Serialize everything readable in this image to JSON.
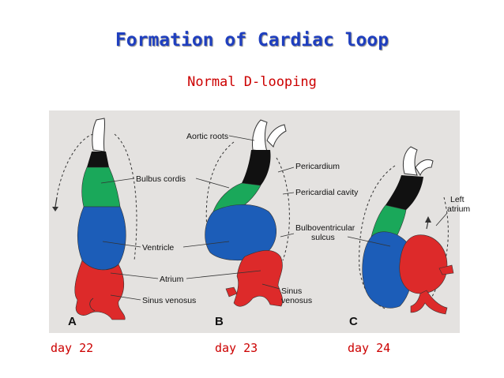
{
  "slide": {
    "title": "Formation of Cardiac loop",
    "subtitle": "Normal D-looping"
  },
  "figure": {
    "labels": {
      "aortic_roots": "Aortic roots",
      "bulbus_cordis": "Bulbus cordis",
      "pericardium": "Pericardium",
      "pericardial_cavity": "Pericardial cavity",
      "bulboventricular_1": "Bulboventricular",
      "bulboventricular_2": "sulcus",
      "left_atrium_1": "Left",
      "left_atrium_2": "atrium",
      "ventricle": "Ventricle",
      "atrium": "Atrium",
      "sinus_venosus": "Sinus venosus",
      "sinus_1": "Sinus",
      "sinus_2": "venosus"
    },
    "panels": [
      "A",
      "B",
      "C"
    ],
    "colors": {
      "bulbus_cordis": "#1aa85a",
      "ventricle": "#1c5db8",
      "atrium": "#dd2a2a",
      "truncus": "#111111",
      "background": "#e4e2e0"
    }
  },
  "days": [
    "day 22",
    "day 23",
    "day 24"
  ]
}
